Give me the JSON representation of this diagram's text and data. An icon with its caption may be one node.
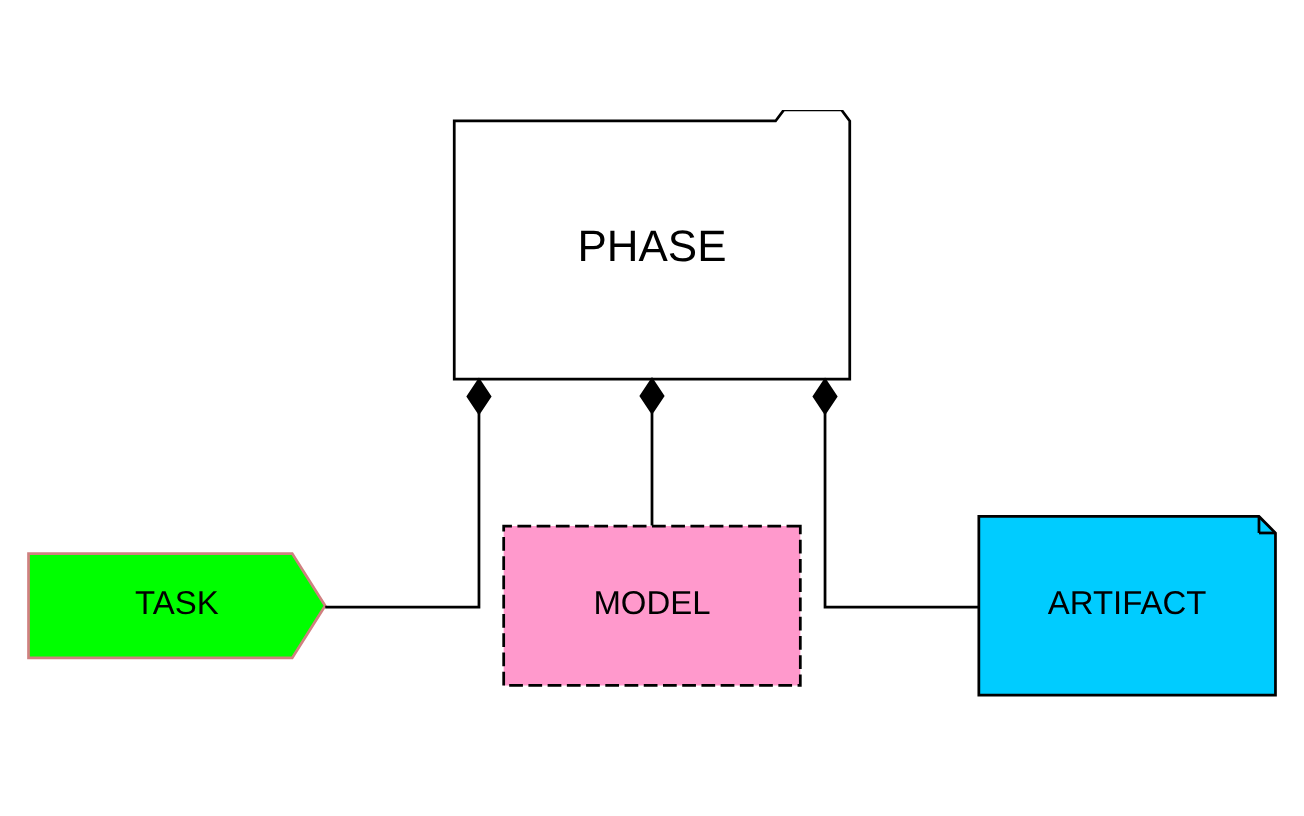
{
  "diagram": {
    "nodes": [
      {
        "text": [
          "PHASE"
        ]
      },
      {
        "text": [
          "TASK"
        ]
      },
      {
        "text": [
          "MODEL"
        ]
      },
      {
        "text": [
          "ARTIFACT"
        ]
      }
    ],
    "edges": [
      {
        "from": 0,
        "to": 1,
        "arrow": "other"
      },
      {
        "from": 0,
        "to": 2,
        "arrow": "other"
      },
      {
        "from": 0,
        "to": 3,
        "arrow": "other"
      }
    ]
  }
}
